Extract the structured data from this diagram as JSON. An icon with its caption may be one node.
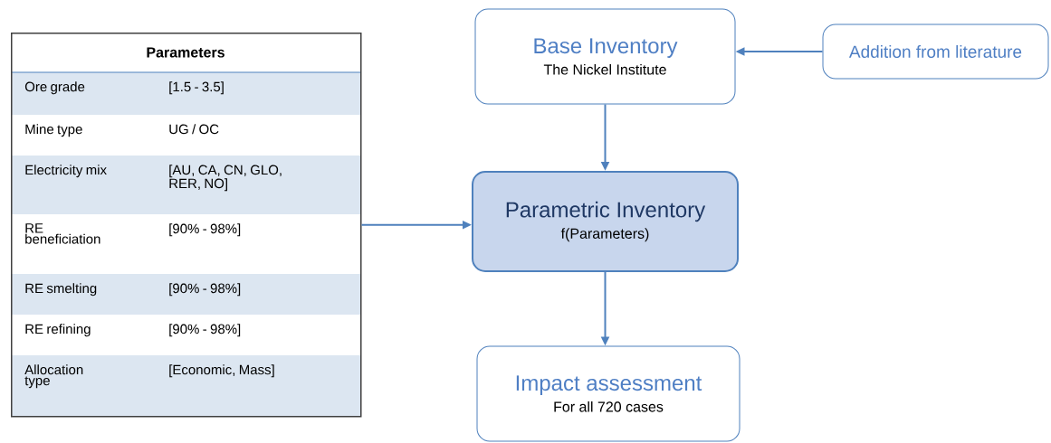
{
  "diagram": {
    "nodes": [
      {
        "text": [
          "Parameters"
        ]
      },
      {
        "text": [
          "Base Inventory",
          "The Nickel Institute"
        ]
      },
      {
        "text": [
          "Addition from literature"
        ]
      },
      {
        "text": [
          "Parametric Inventory",
          "f(Parameters)"
        ]
      },
      {
        "text": [
          "Impact assessment",
          "For all 720 cases"
        ]
      }
    ],
    "edges": [
      {
        "from": 2,
        "to": 1,
        "arrow": "to"
      },
      {
        "from": 1,
        "to": 3,
        "arrow": "to"
      },
      {
        "from": 0,
        "to": 3,
        "arrow": "to"
      },
      {
        "from": 3,
        "to": 4,
        "arrow": "to"
      }
    ],
    "labels": [
      "Ore grade",
      "[1.5 - 3.5]",
      "Mine type",
      "UG / OC",
      "Electricity mix",
      "[AU, CA, CN, GLO, RER, NO]",
      "RE beneficiation",
      "[90% - 98%]",
      "RE smelting",
      "[90% - 98%]",
      "RE refining",
      "[90% - 98%]",
      "Allocation type",
      "[Economic, Mass]"
    ]
  }
}
